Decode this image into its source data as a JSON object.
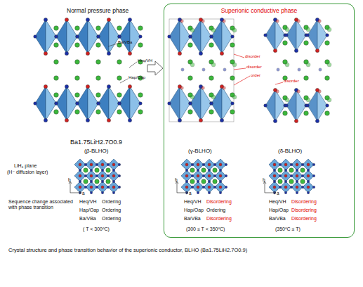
{
  "diagram": {
    "caption": "Crystal structure and phase transition behavior of the superionic conductor, BLHO (Ba1.75LiH2.7O0.9)",
    "nodes": [
      {
        "text": [
          "Superionic conductive phase"
        ]
      }
    ],
    "labels": [
      "Normal pressure phase",
      "Ba/VBa",
      "Heq/VH",
      "Hap/Oap",
      "Ba1.75LiH2.7O0.9",
      "(β-BLHO)",
      "disorder",
      "disorder",
      "order",
      "disorder",
      "(γ-BLHO)",
      "(δ-BLHO)",
      "LiH₄ plane",
      "(H⁻ diffusion layer)",
      "b",
      "a",
      "b",
      "a",
      "b",
      "a",
      "Sequence change associated with phase transition",
      "Heq/VH",
      "Ordering",
      "Hap/Oap",
      "Ordering",
      "Ba/VBa",
      "Ordering",
      "( T < 300ºC)",
      "Heq/VH",
      "Disordering",
      "Hap/Oap",
      "Ordering",
      "Ba/VBa",
      "Disordering",
      "(300 ≤ T < 350ºC)",
      "Heq/VH",
      "Disordering",
      "Hap/Oap",
      "Disordering",
      "Ba/VBa",
      "Disordering",
      "(350ºC ≤ T)"
    ]
  }
}
